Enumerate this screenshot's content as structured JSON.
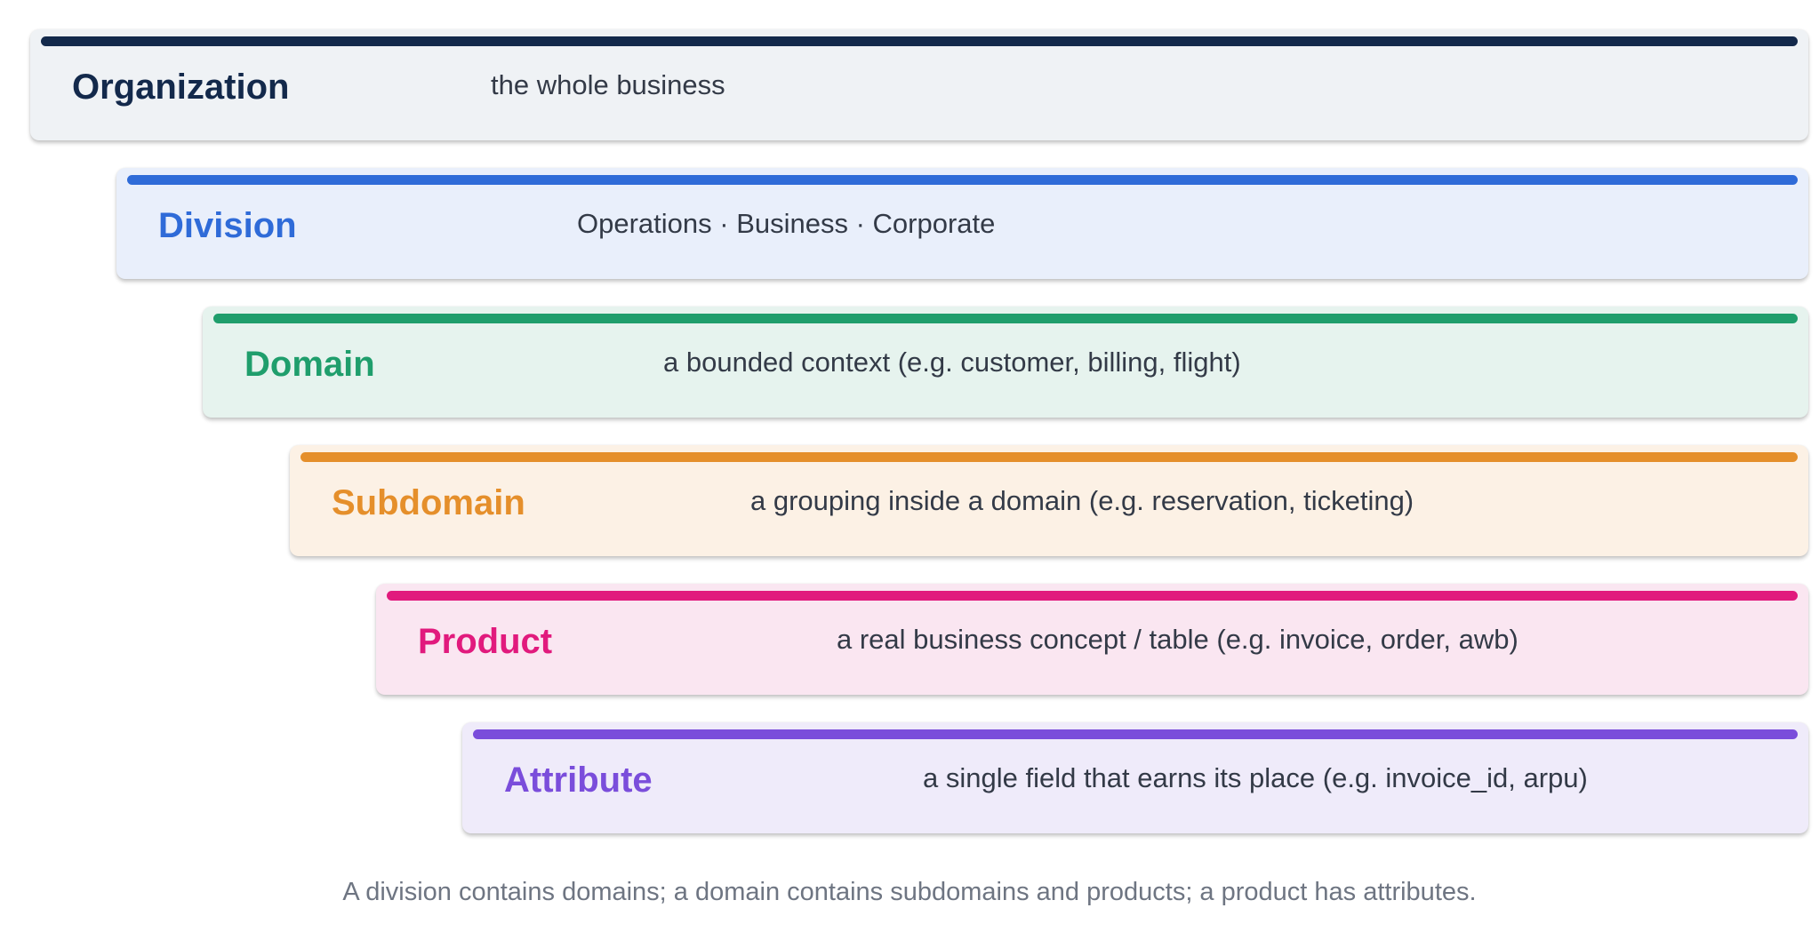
{
  "levels": [
    {
      "name": "Organization",
      "description": "the whole business",
      "color": "#13294b",
      "background": "#eff2f5"
    },
    {
      "name": "Division",
      "description": "Operations · Business · Corporate",
      "color": "#2f6bd8",
      "background": "#e9effb"
    },
    {
      "name": "Domain",
      "description": "a bounded context (e.g. customer, billing, flight)",
      "color": "#1f9e6c",
      "background": "#e6f3ee"
    },
    {
      "name": "Subdomain",
      "description": "a grouping inside a domain (e.g. reservation, ticketing)",
      "color": "#e58f2b",
      "background": "#fcf1e5"
    },
    {
      "name": "Product",
      "description": "a real business concept / table (e.g. invoice, order, awb)",
      "color": "#e11a7d",
      "background": "#fae6f1"
    },
    {
      "name": "Attribute",
      "description": "a single field that earns its place (e.g. invoice_id, arpu)",
      "color": "#7a4ddb",
      "background": "#efebfa"
    }
  ],
  "caption": "A division contains domains; a domain contains subdomains and products; a product has attributes."
}
